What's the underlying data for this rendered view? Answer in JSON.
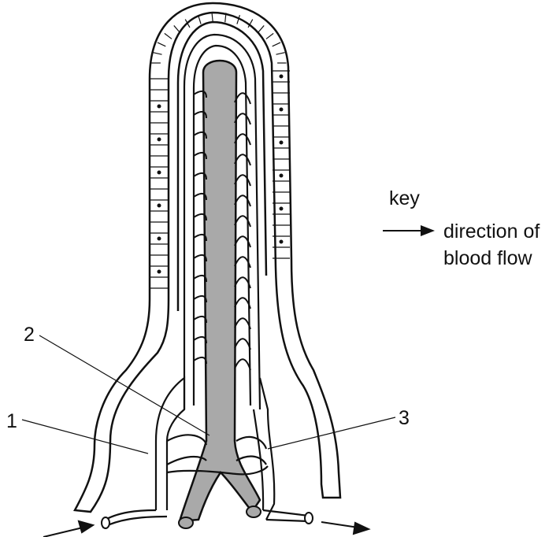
{
  "labels": {
    "one": "1",
    "two": "2",
    "three": "3"
  },
  "key": {
    "title": "key",
    "line1": "direction of",
    "line2": "blood flow"
  },
  "colors": {
    "vessel_fill": "#a9a9a9",
    "outline": "#111111",
    "background": "#ffffff"
  }
}
